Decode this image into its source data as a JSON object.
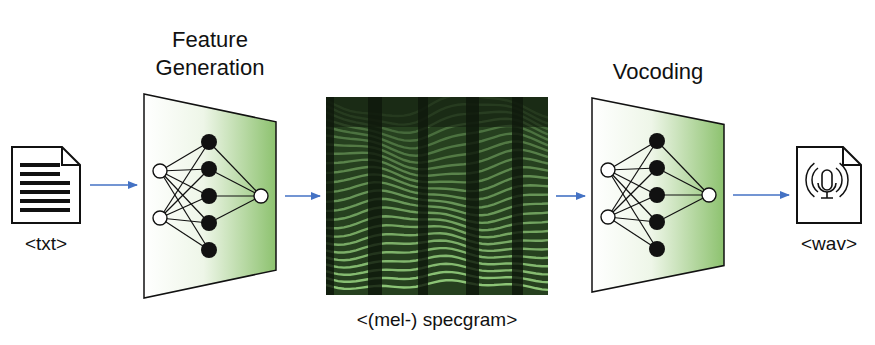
{
  "diagram": {
    "nodes": [
      {
        "text": [
          "<txt>"
        ]
      },
      {
        "text": [
          "Feature Generation"
        ]
      },
      {
        "text": [
          "<(mel-) specgram>"
        ]
      },
      {
        "text": [
          "Vocoding"
        ]
      },
      {
        "text": [
          "<wav>"
        ]
      }
    ],
    "edges": [
      {
        "from": 0,
        "to": 1,
        "arrow": "to"
      },
      {
        "from": 1,
        "to": 2,
        "arrow": "to"
      },
      {
        "from": 2,
        "to": 3,
        "arrow": "to"
      },
      {
        "from": 3,
        "to": 4,
        "arrow": "to"
      }
    ]
  }
}
